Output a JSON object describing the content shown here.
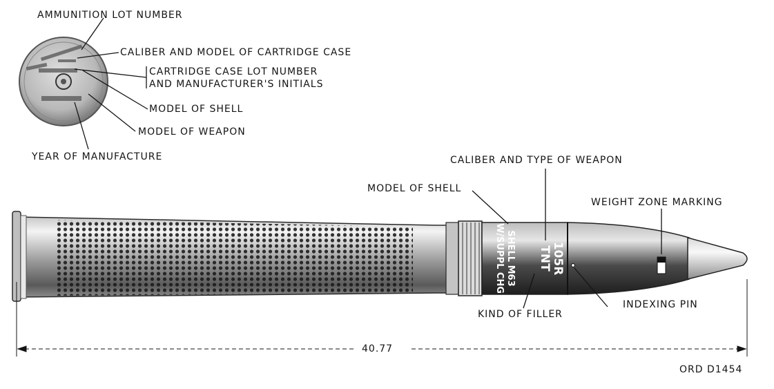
{
  "labels": {
    "ammunition_lot_number": "AMMUNITION LOT NUMBER",
    "caliber_model_cartridge_case": "CALIBER AND MODEL OF CARTRIDGE CASE",
    "cartridge_case_lot_line1": "CARTRIDGE CASE LOT NUMBER",
    "cartridge_case_lot_line2": "AND MANUFACTURER'S INITIALS",
    "model_of_shell_base": "MODEL OF SHELL",
    "model_of_weapon": "MODEL OF WEAPON",
    "year_of_manufacture": "YEAR OF MANUFACTURE",
    "caliber_type_weapon": "CALIBER AND TYPE OF WEAPON",
    "model_of_shell_round": "MODEL OF SHELL",
    "weight_zone_marking": "WEIGHT ZONE MARKING",
    "indexing_pin": "INDEXING PIN",
    "kind_of_filler": "KIND OF FILLER"
  },
  "dimension": {
    "length": "40.77"
  },
  "drawing_number": "ORD D1454",
  "shell_markings": {
    "caliber": "105R",
    "filler": "TNT",
    "shell_model": "SHELL M63",
    "supplement": "W/SUPPL CHG"
  },
  "colors": {
    "ink": "#141414",
    "metal_light": "#d9d9d9",
    "metal_dark": "#3a3a3a"
  }
}
